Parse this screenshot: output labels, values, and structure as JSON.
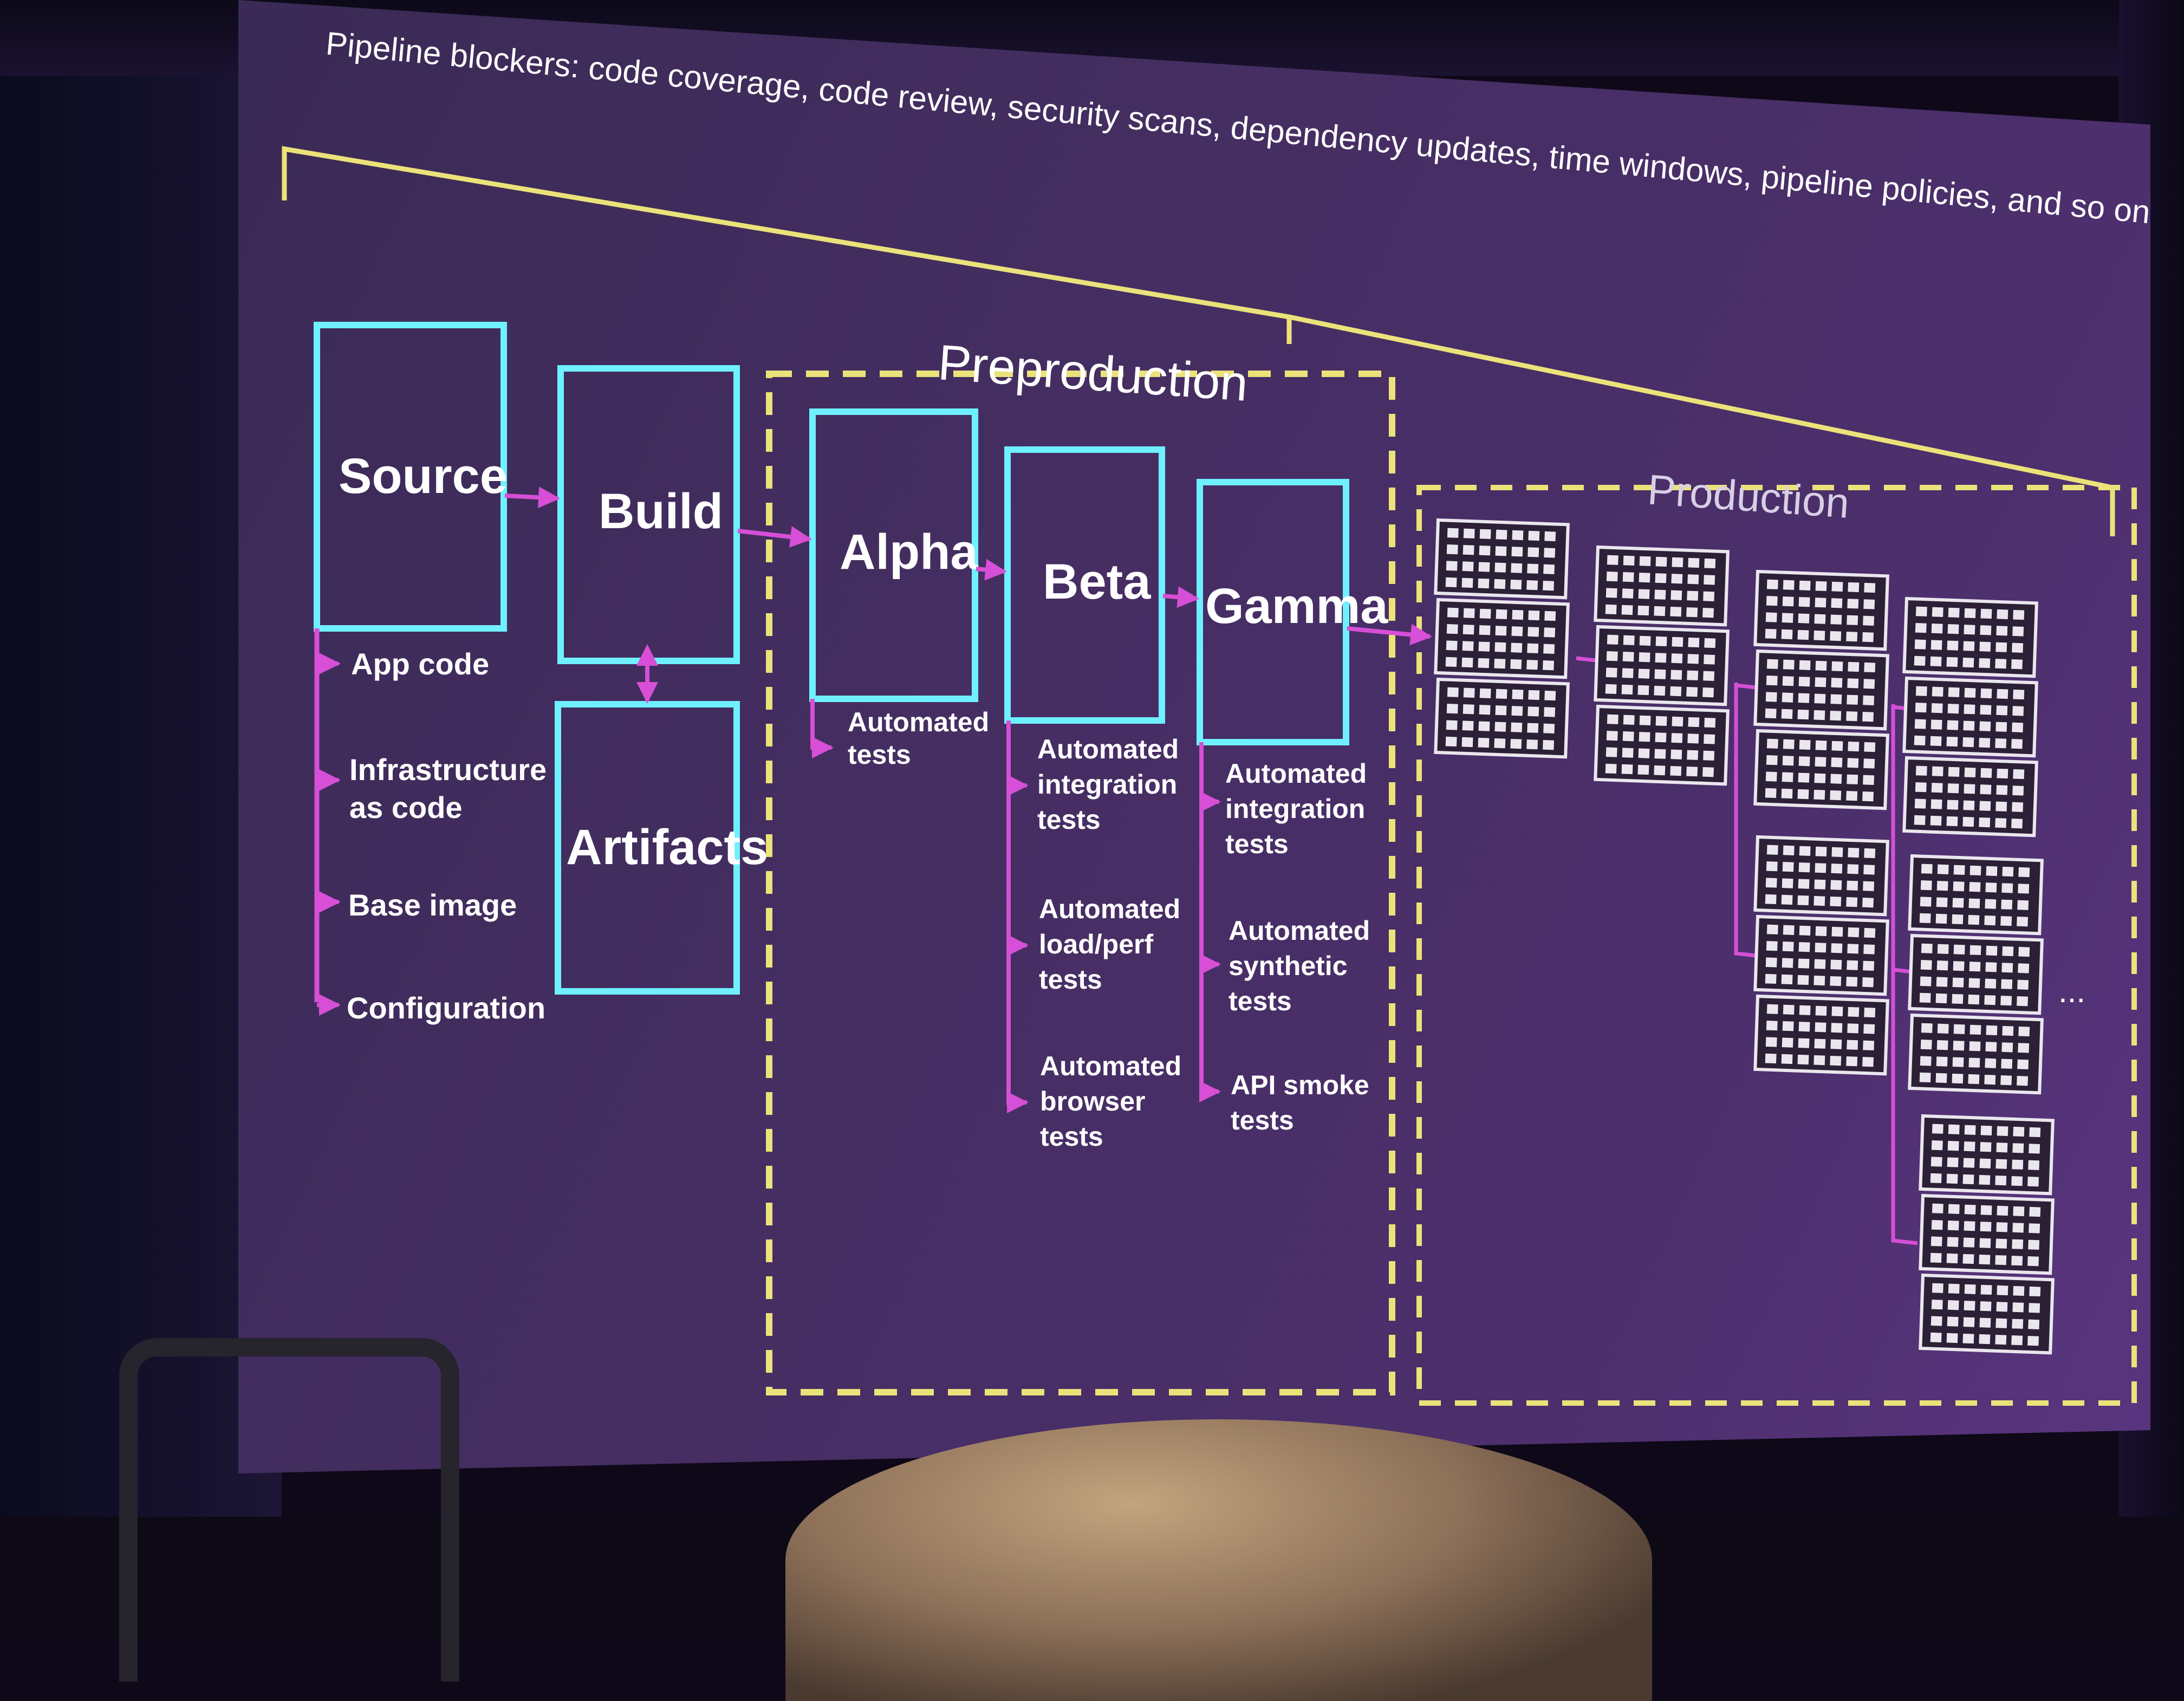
{
  "blockers": {
    "text": "Pipeline blockers: code coverage, code review, security scans, dependency updates, time windows, pipeline policies, and so on"
  },
  "stages": {
    "source": "Source",
    "build": "Build",
    "artifacts": "Artifacts",
    "alpha": "Alpha",
    "beta": "Beta",
    "gamma": "Gamma"
  },
  "environments": {
    "preproduction": "Preproduction",
    "production": "Production",
    "more": "..."
  },
  "source_inputs": {
    "app_code": "App code",
    "iac_line1": "Infrastructure",
    "iac_line2": "as code",
    "base_image": "Base image",
    "configuration": "Configuration"
  },
  "alpha_tests": {
    "t1_line1": "Automated",
    "t1_line2": "tests"
  },
  "beta_tests": {
    "t1_line1": "Automated",
    "t1_line2": "integration",
    "t1_line3": "tests",
    "t2_line1": "Automated",
    "t2_line2": "load/perf",
    "t2_line3": "tests",
    "t3_line1": "Automated",
    "t3_line2": "browser",
    "t3_line3": "tests"
  },
  "gamma_tests": {
    "t1_line1": "Automated",
    "t1_line2": "integration",
    "t1_line3": "tests",
    "t2_line1": "Automated",
    "t2_line2": "synthetic",
    "t2_line3": "tests",
    "t3_line1": "API smoke",
    "t3_line2": "tests"
  },
  "colors": {
    "stage_border": "#6ff0ff",
    "connector": "#d64fd6",
    "dashed": "#ebe27a",
    "server": "#eae6ee",
    "slide": "#46305f"
  },
  "icons": {
    "server_rack": "server-rack-icon"
  }
}
